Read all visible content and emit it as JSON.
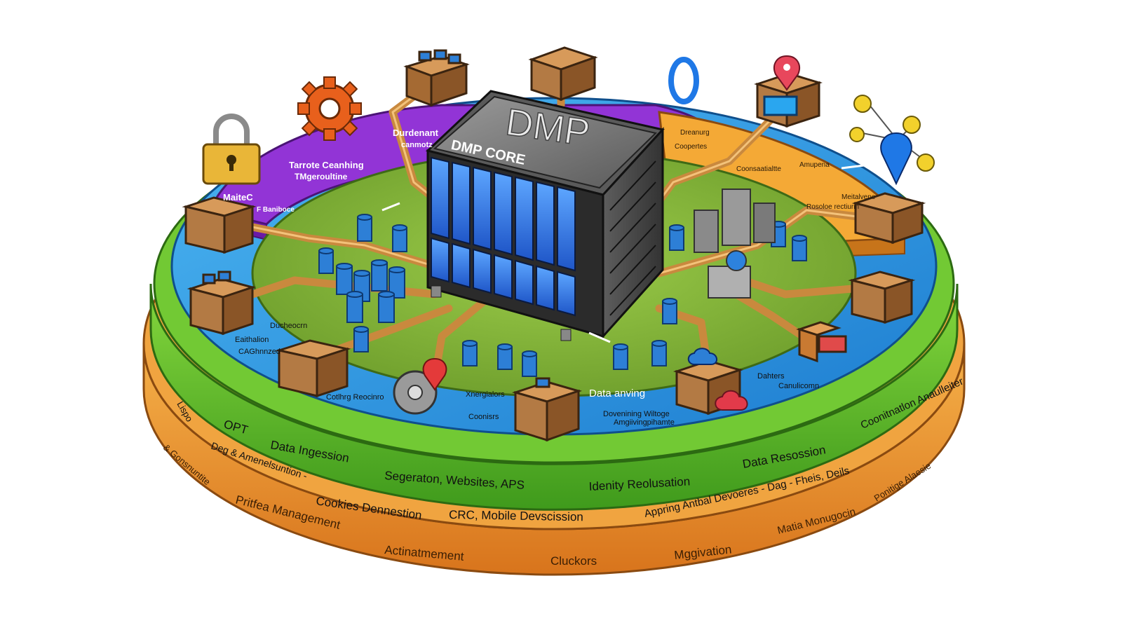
{
  "core": {
    "logo": "DMP",
    "label": "DMP CORE"
  },
  "purple_ring": {
    "labels": [
      "Durdenant",
      "canmotz",
      "Tarrote Ceanhing",
      "TMgeroultine",
      "MaiteC",
      "F Baniboce"
    ]
  },
  "orange_ring_top": {
    "labels": [
      "Dreanurg",
      "Coopertes",
      "Coonsaatialtte",
      "Amupena",
      "Meitalvene",
      "Rosoloe rectiurin"
    ]
  },
  "platform_labels": [
    "Ducheocrn",
    "Eaithalion",
    "CAGhnnzed",
    "Cotlhrg Reocinro",
    "Xnergialors",
    "Coonisrs",
    "Data anving",
    "Dovenining Wiltoge",
    "Amgiivingpihamte",
    "Dahters",
    "Canulicomn"
  ],
  "green_band": {
    "labels": [
      "Lispo",
      "OPT",
      "Data Ingession",
      "Segeraton, Websites, APS",
      "Idenity Reolusation",
      "Data Resossion",
      "Coonitnatlon Anaulleiter",
      "Cookies Dennestion",
      "CRC, Mobile Devscission",
      "Appring Antbal Devoeres - Dag - Fheis, Deils",
      "Deg & Amenelsuntion -"
    ]
  },
  "orange_band": {
    "labels": [
      "Pritfea Management",
      "Actinatmement",
      "Cluckors",
      "Mggivation",
      "Matia Monugocin",
      "Ponitige Alaesie",
      "& Gonsnuntite"
    ]
  },
  "colors": {
    "purple": "#8e2fd0",
    "orange": "#f2a23a",
    "green": "#6ec72e",
    "blue": "#2f9be4",
    "grass": "#86b83c",
    "server_blue": "#2f78e0",
    "pipe": "#d69a4b",
    "box": "#b37a44"
  },
  "icons": [
    "padlock-icon",
    "gear-icon",
    "map-pin-icon",
    "ring-icon",
    "monitor-icon",
    "network-icon",
    "cloud-icon",
    "arrow-icon"
  ]
}
